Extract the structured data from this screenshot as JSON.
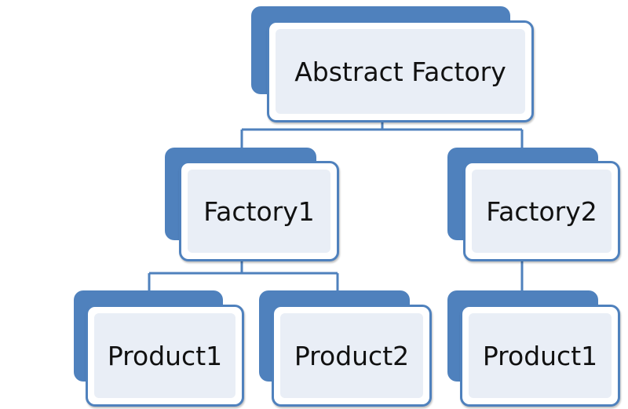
{
  "diagram": {
    "colors": {
      "accent": "#4f81bd",
      "fill": "#e9eef6",
      "text": "#111111",
      "line": "#4f81bd"
    },
    "root": {
      "label": "Abstract Factory"
    },
    "factories": [
      {
        "label": "Factory1"
      },
      {
        "label": "Factory2"
      }
    ],
    "products": [
      {
        "label": "Product1"
      },
      {
        "label": "Product2"
      },
      {
        "label": "Product1"
      }
    ]
  }
}
